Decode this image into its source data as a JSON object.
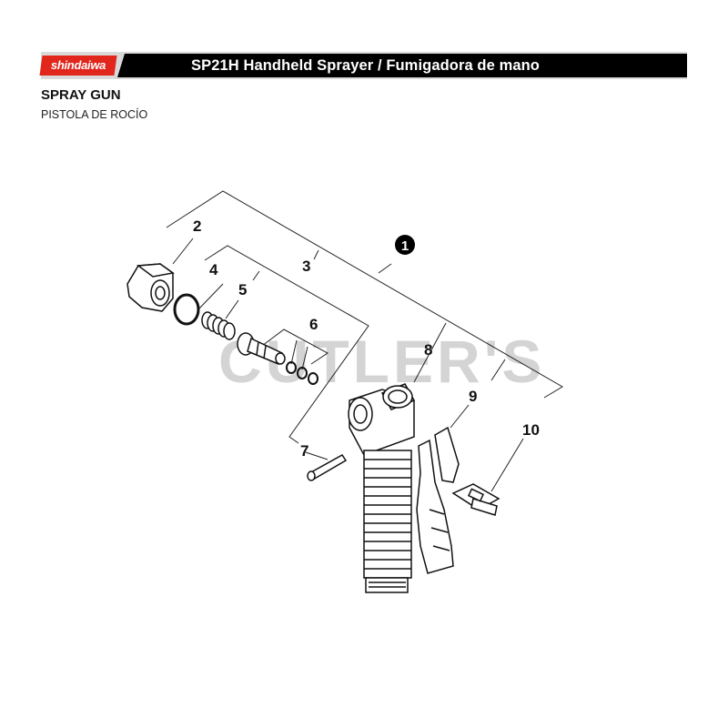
{
  "header": {
    "brand": "shindaiwa",
    "title": "SP21H Handheld Sprayer / Fumigadora de mano",
    "brand_color": "#e1261c",
    "bar_color": "#000000"
  },
  "section": {
    "title": "SPRAY GUN",
    "subtitle": "PISTOLA DE ROCÍO"
  },
  "watermark": "CUTLER'S",
  "callouts": {
    "assembly": "1",
    "c2": "2",
    "c3": "3",
    "c4": "4",
    "c5": "5",
    "c6": "6",
    "c7": "7",
    "c8": "8",
    "c9": "9",
    "c10": "10"
  }
}
